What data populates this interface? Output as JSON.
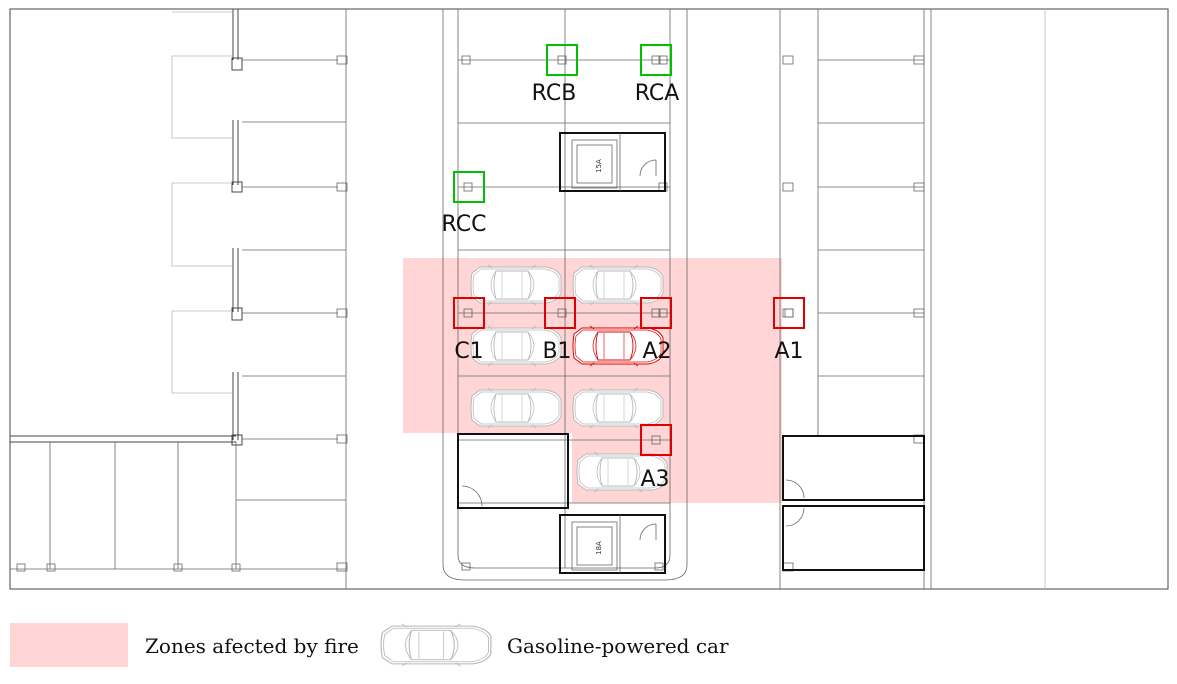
{
  "colors": {
    "fire_zone": "#ffd5d5",
    "affected_sensor": "#e00000",
    "reference_sensor": "#00c000",
    "burning_car": "#e00000",
    "parked_car": "#b8b8b8"
  },
  "sensors": {
    "RCB": "RCB",
    "RCA": "RCA",
    "RCC": "RCC",
    "C1": "C1",
    "B1": "B1",
    "A2": "A2",
    "A1": "A1",
    "A3": "A3"
  },
  "elevator_labels": {
    "top": "15A",
    "bottom": "18A"
  },
  "legend": {
    "fire_zone_label": "Zones afected by fire",
    "car_label": "Gasoline-powered car"
  }
}
